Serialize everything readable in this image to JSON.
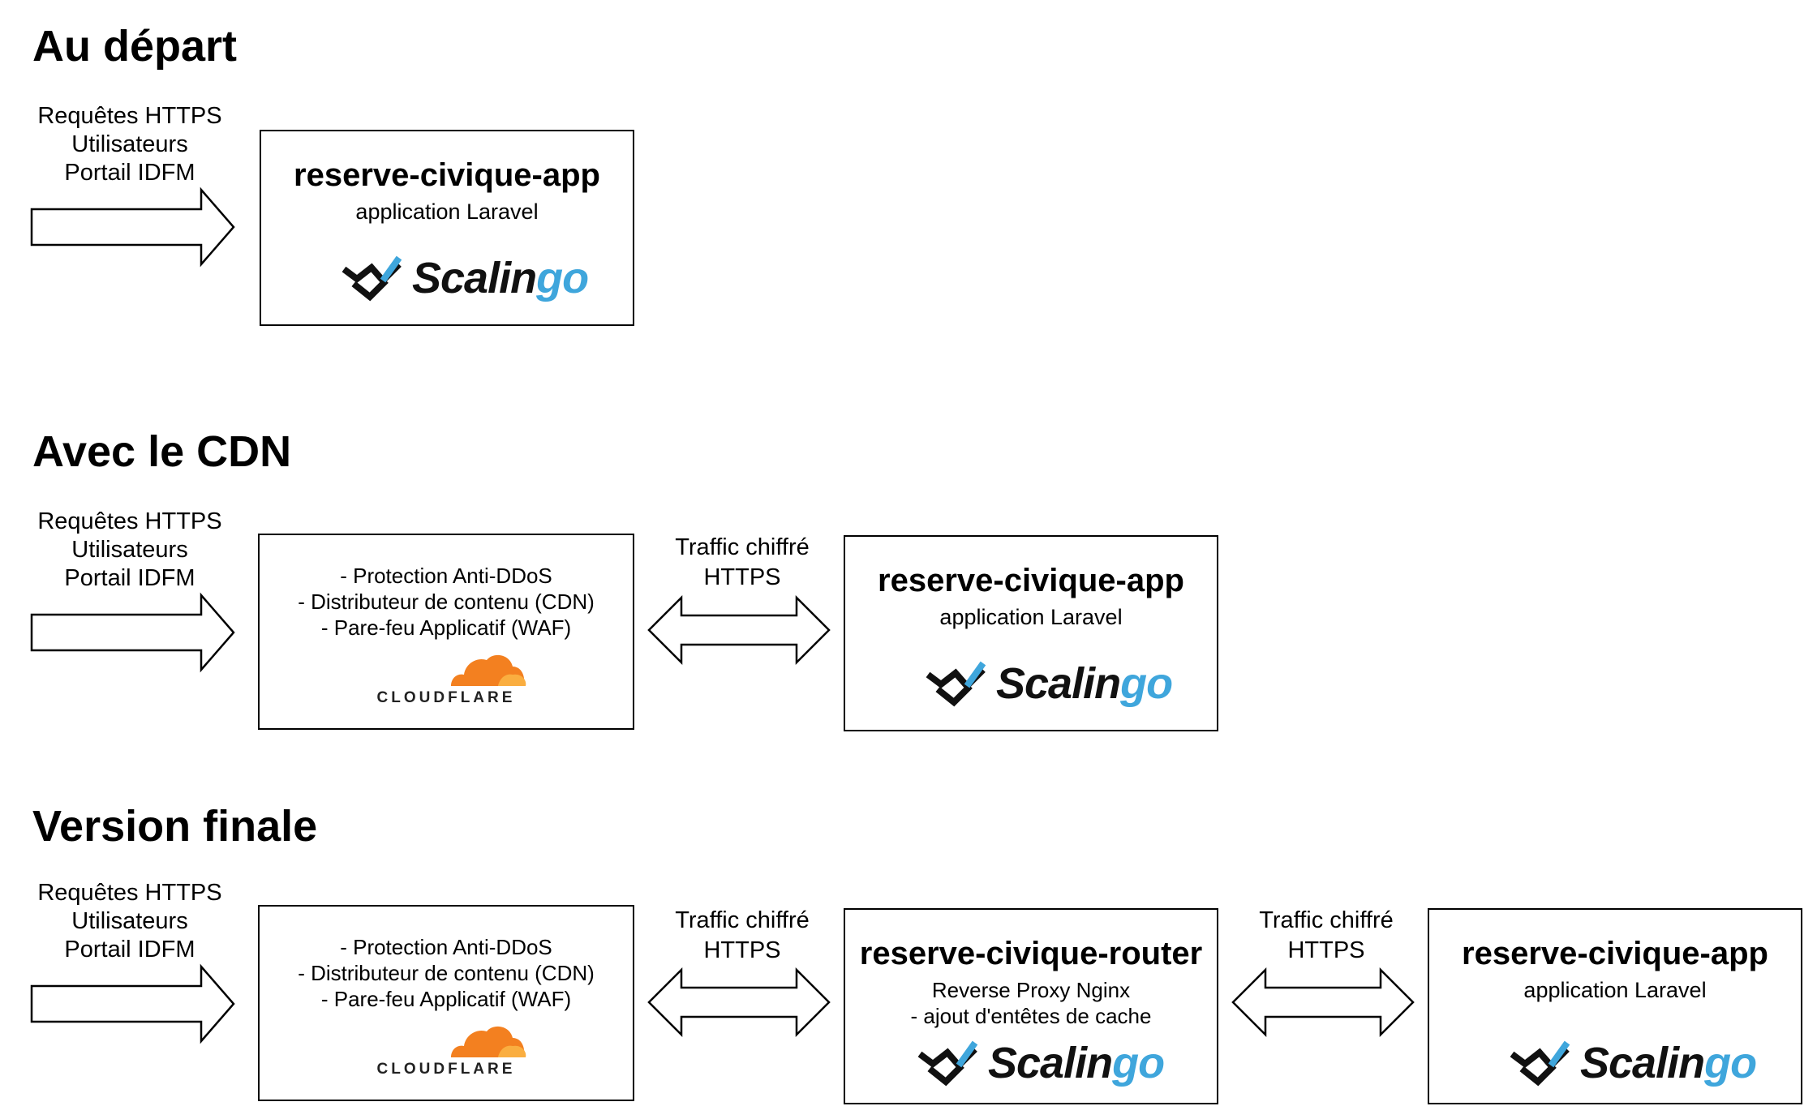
{
  "sections": [
    {
      "title": "Au départ"
    },
    {
      "title": "Avec le CDN"
    },
    {
      "title": "Version finale"
    }
  ],
  "incoming_label": [
    "Requêtes HTTPS",
    "Utilisateurs",
    "Portail IDFM"
  ],
  "encrypted_label": [
    "Traffic chiffré",
    "HTTPS"
  ],
  "app": {
    "title": "reserve-civique-app",
    "subtitle": "application Laravel"
  },
  "router": {
    "title": "reserve-civique-router",
    "line1": "Reverse Proxy Nginx",
    "line2": "- ajout d'entêtes de cache"
  },
  "cdn_features": [
    "- Protection Anti-DDoS",
    "- Distributeur de contenu (CDN)",
    "- Pare-feu Applicatif (WAF)"
  ],
  "logos": {
    "scalingo": {
      "part1": "Scalin",
      "part2": "go"
    },
    "cloudflare": {
      "word": "CLOUDFLARE",
      "color": "#f38020",
      "color_light": "#faae40"
    }
  },
  "colors": {
    "scalingo_blue": "#3fa6dc",
    "scalingo_dark": "#111111"
  }
}
